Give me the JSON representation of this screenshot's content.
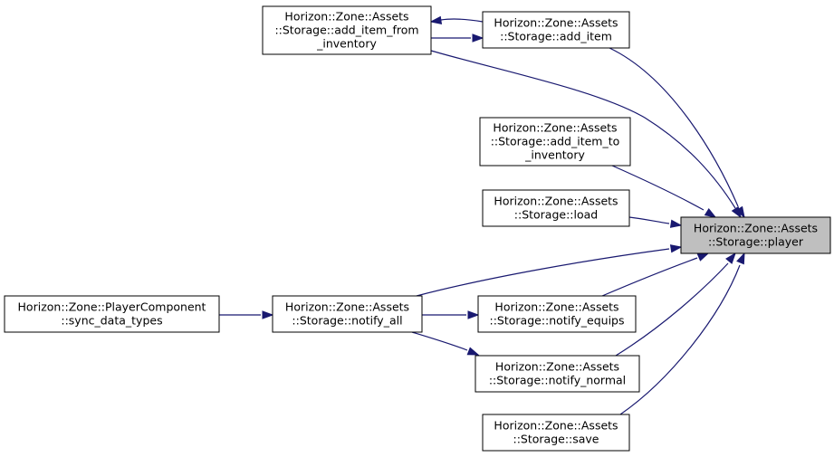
{
  "colors": {
    "edge": "#191970",
    "node_fill": "#ffffff",
    "highlight_fill": "#bfbfbf",
    "border": "#000000"
  },
  "nodes": [
    {
      "id": "add_item_from_inventory",
      "lines": [
        "Horizon::Zone::Assets",
        "::Storage::add_item_from",
        "_inventory"
      ]
    },
    {
      "id": "add_item",
      "lines": [
        "Horizon::Zone::Assets",
        "::Storage::add_item"
      ]
    },
    {
      "id": "add_item_to_inventory",
      "lines": [
        "Horizon::Zone::Assets",
        "::Storage::add_item_to",
        "_inventory"
      ]
    },
    {
      "id": "load",
      "lines": [
        "Horizon::Zone::Assets",
        "::Storage::load"
      ]
    },
    {
      "id": "player",
      "lines": [
        "Horizon::Zone::Assets",
        "::Storage::player"
      ],
      "highlight": true
    },
    {
      "id": "sync_data_types",
      "lines": [
        "Horizon::Zone::PlayerComponent",
        "::sync_data_types"
      ]
    },
    {
      "id": "notify_all",
      "lines": [
        "Horizon::Zone::Assets",
        "::Storage::notify_all"
      ]
    },
    {
      "id": "notify_equips",
      "lines": [
        "Horizon::Zone::Assets",
        "::Storage::notify_equips"
      ]
    },
    {
      "id": "notify_normal",
      "lines": [
        "Horizon::Zone::Assets",
        "::Storage::notify_normal"
      ]
    },
    {
      "id": "save",
      "lines": [
        "Horizon::Zone::Assets",
        "::Storage::save"
      ]
    }
  ],
  "edges": [
    {
      "from": "add_item",
      "to": "add_item_from_inventory"
    },
    {
      "from": "add_item_from_inventory",
      "to": "add_item"
    },
    {
      "from": "add_item",
      "to": "player"
    },
    {
      "from": "add_item_from_inventory",
      "to": "player"
    },
    {
      "from": "add_item_to_inventory",
      "to": "player"
    },
    {
      "from": "load",
      "to": "player"
    },
    {
      "from": "notify_all",
      "to": "player"
    },
    {
      "from": "notify_equips",
      "to": "player"
    },
    {
      "from": "notify_normal",
      "to": "player"
    },
    {
      "from": "save",
      "to": "player"
    },
    {
      "from": "sync_data_types",
      "to": "notify_all"
    },
    {
      "from": "notify_all",
      "to": "notify_equips"
    },
    {
      "from": "notify_all",
      "to": "notify_normal"
    }
  ]
}
